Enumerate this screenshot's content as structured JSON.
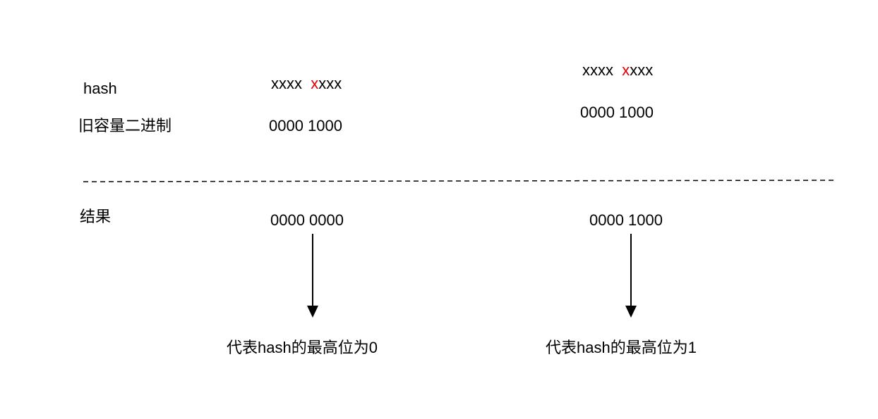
{
  "labels": {
    "hash": "hash",
    "old_capacity_binary": "旧容量二进制",
    "result": "结果"
  },
  "left": {
    "hash_first": "xxxx",
    "hash_red_char": "x",
    "hash_rest": "xxx",
    "old_capacity": "0000 1000",
    "result": "0000 0000",
    "conclusion": "代表hash的最高位为0"
  },
  "right": {
    "hash_first": "xxxx",
    "hash_red_char": "x",
    "hash_rest": "xxx",
    "old_capacity": "0000 1000",
    "result": "0000 1000",
    "conclusion": "代表hash的最高位为1"
  },
  "colors": {
    "highlight": "#e60000",
    "text": "#000000",
    "line": "#000000"
  }
}
